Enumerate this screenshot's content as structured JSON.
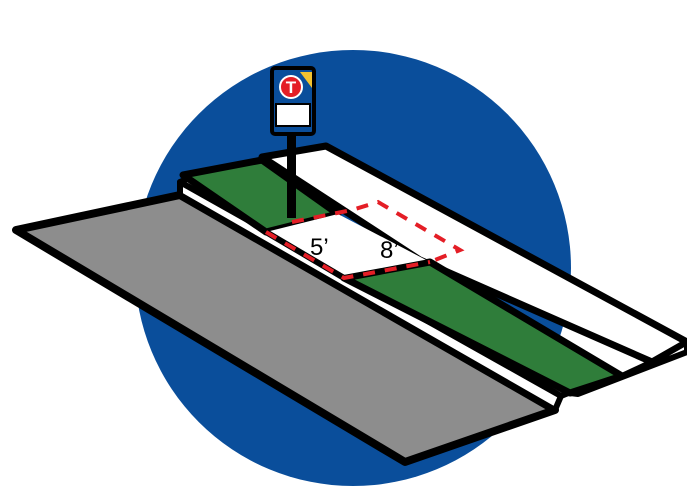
{
  "illustration": {
    "dimensions": {
      "width_label": "5’",
      "length_label": "8’"
    },
    "sign": {
      "logo_letter": "T"
    },
    "colors": {
      "circle": "#0a4e9b",
      "roadway": "#8d8d8d",
      "grass": "#2f7d3a",
      "pad": "#ffffff",
      "dashed_outline": "#e41e26",
      "logo_red": "#e41e26",
      "logo_yellow": "#f2c230",
      "logo_blue": "#0a4e9b",
      "outline": "#000000"
    }
  }
}
